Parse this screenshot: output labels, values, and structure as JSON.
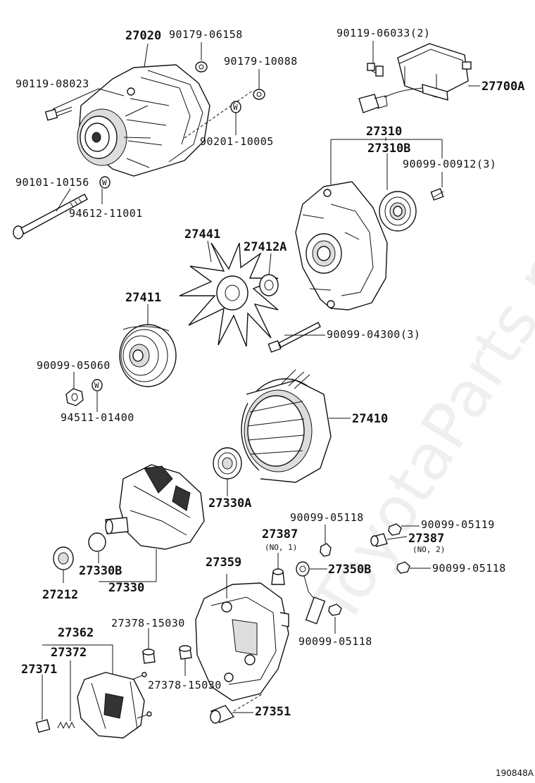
{
  "labels": {
    "p27020": "27020",
    "p90179_06158": "90179-06158",
    "p90179_10088": "90179-10088",
    "p90119_08023": "90119-08023",
    "p90201_10005": "90201-10005",
    "p90101_10156": "90101-10156",
    "p94612_11001": "94612-11001",
    "p90119_06033": "90119-06033(2)",
    "p27700A": "27700A",
    "p27310": "27310",
    "p27310B": "27310B",
    "p90099_00912": "90099-00912(3)",
    "p27441": "27441",
    "p27412A": "27412A",
    "p27411": "27411",
    "p90099_04300": "90099-04300(3)",
    "p90099_05060": "90099-05060",
    "p94511_01400": "94511-01400",
    "p27410": "27410",
    "p27330A": "27330A",
    "p90099_05118a": "90099-05118",
    "p90099_05119": "90099-05119",
    "p27387a": "27387",
    "p27387a_note": "(NO, 1)",
    "p27387b": "27387",
    "p27387b_note": "(NO, 2)",
    "p27330B": "27330B",
    "p27330": "27330",
    "p27212": "27212",
    "p27359": "27359",
    "p27350B": "27350B",
    "p90099_05118b": "90099-05118",
    "p90099_05118c": "90099-05118",
    "p27378_15030a": "27378-15030",
    "p27378_15030b": "27378-15030",
    "p27362": "27362",
    "p27372": "27372",
    "p27371": "27371",
    "p27351": "27351"
  },
  "figure_id": "190848A",
  "watermark": "ToyotaParts.ru",
  "icon_letter_washer": "W"
}
